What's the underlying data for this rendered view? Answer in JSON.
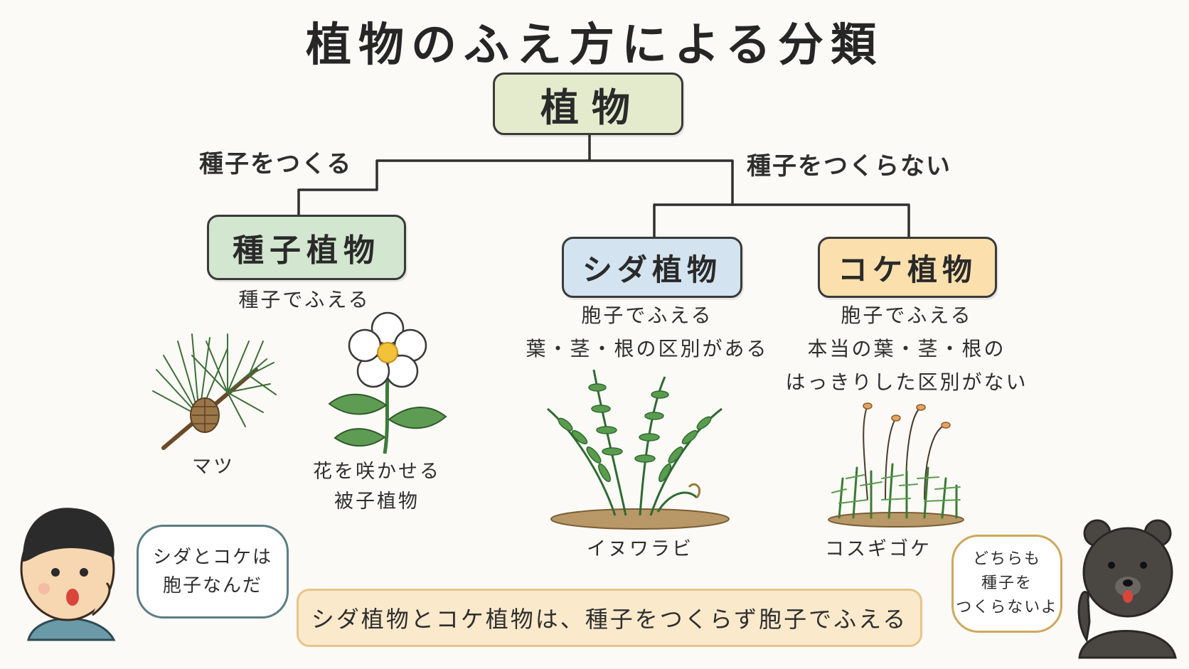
{
  "title": "植物のふえ方による分類",
  "root": {
    "label": "植物"
  },
  "branches": {
    "left_label": "種子をつくる",
    "right_label": "種子をつくらない"
  },
  "seed_plants": {
    "label": "種子植物",
    "description": "種子でふえる",
    "examples": [
      {
        "name_lines": [
          "マツ"
        ]
      },
      {
        "name_lines": [
          "花を咲かせる",
          "被子植物"
        ]
      }
    ]
  },
  "fern_plants": {
    "label": "シダ植物",
    "description_lines": [
      "胞子でふえる",
      "葉・茎・根の区別がある"
    ],
    "example": "イヌワラビ"
  },
  "moss_plants": {
    "label": "コケ植物",
    "description_lines": [
      "胞子でふえる",
      "本当の葉・茎・根の",
      "はっきりした区別がない"
    ],
    "example": "コスギゴケ"
  },
  "speech": {
    "boy_lines": [
      "シダとコケは",
      "胞子なんだ"
    ],
    "bear_lines": [
      "どちらも",
      "種子を",
      "つくらないよ"
    ]
  },
  "summary": "シダ植物とコケ植物は、種子をつくらず胞子でふえる"
}
